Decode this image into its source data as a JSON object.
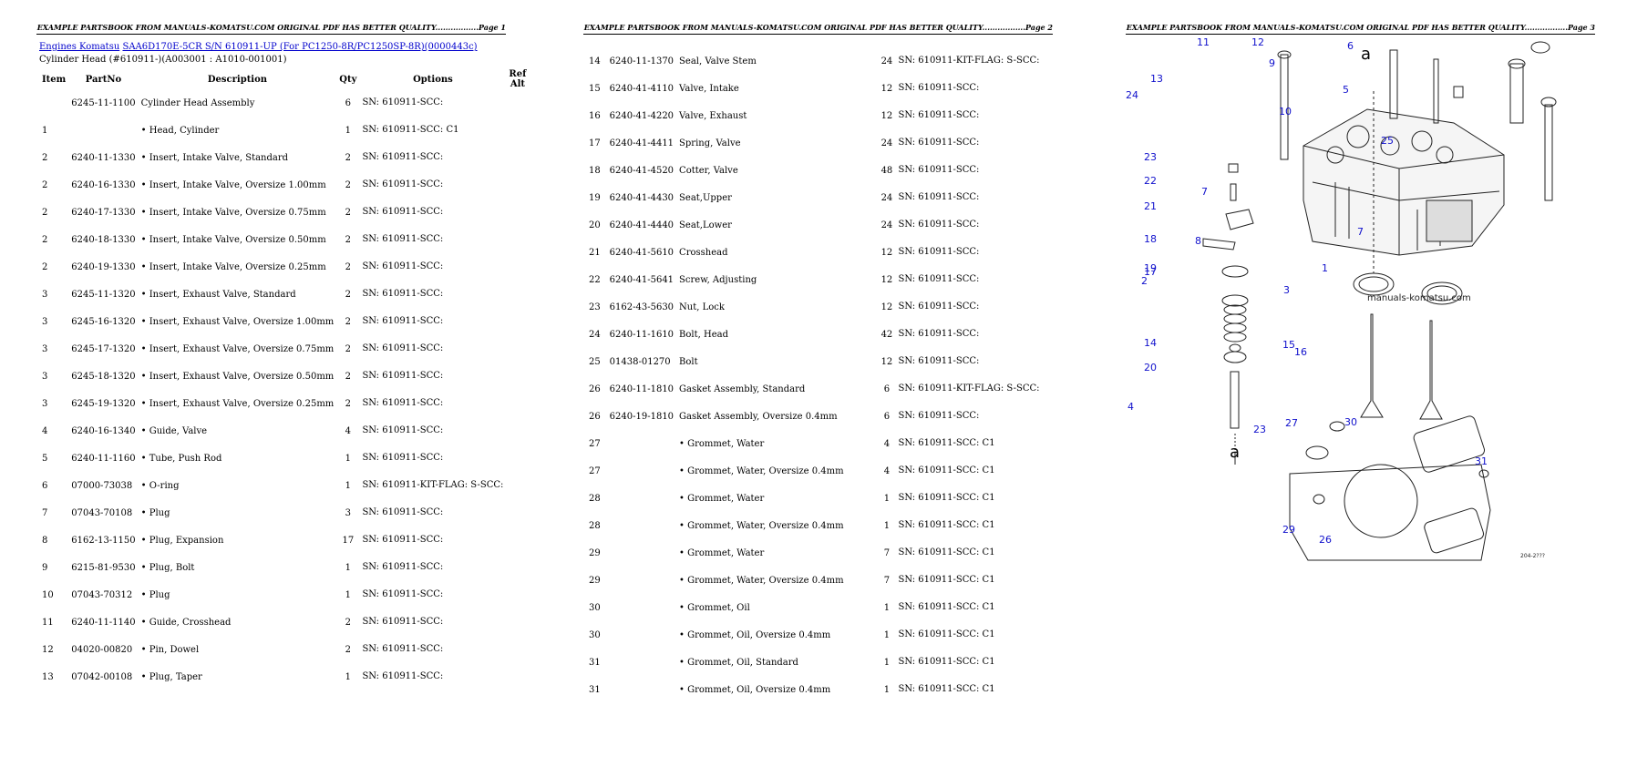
{
  "header_text_p1": "EXAMPLE PARTSBOOK FROM MANUALS-KOMATSU.COM ORIGINAL PDF HAS BETTER QUALITY.................Page 1",
  "header_text_p2": "EXAMPLE PARTSBOOK FROM MANUALS-KOMATSU.COM ORIGINAL PDF HAS BETTER QUALITY.................Page 2",
  "header_text_p3": "EXAMPLE PARTSBOOK FROM MANUALS-KOMATSU.COM ORIGINAL PDF HAS BETTER QUALITY.................Page 3",
  "breadcrumb": {
    "link1": "Engines Komatsu",
    "link2": "SAA6D170E-5CR S/N 610911-UP (For PC1250-8R/PC1250SP-8R)(0000443c)"
  },
  "subtitle": "Cylinder Head (#610911-)(A003001 : A1010-001001)",
  "columns": {
    "item": "Item",
    "partno": "PartNo",
    "description": "Description",
    "qty": "Qty",
    "options": "Options",
    "refalt": "Ref Alt"
  },
  "page1_rows": [
    {
      "item": "",
      "part": "6245-11-1100",
      "desc": "Cylinder Head Assembly",
      "qty": "6",
      "opt": "SN: 610911-SCC:"
    },
    {
      "item": "1",
      "part": "",
      "desc": "• Head, Cylinder",
      "qty": "1",
      "opt": "SN: 610911-SCC: C1"
    },
    {
      "item": "2",
      "part": "6240-11-1330",
      "desc": "• Insert, Intake Valve, Standard",
      "qty": "2",
      "opt": "SN: 610911-SCC:"
    },
    {
      "item": "2",
      "part": "6240-16-1330",
      "desc": "• Insert, Intake Valve, Oversize 1.00mm",
      "qty": "2",
      "opt": "SN: 610911-SCC:"
    },
    {
      "item": "2",
      "part": "6240-17-1330",
      "desc": "• Insert, Intake Valve, Oversize 0.75mm",
      "qty": "2",
      "opt": "SN: 610911-SCC:"
    },
    {
      "item": "2",
      "part": "6240-18-1330",
      "desc": "• Insert, Intake Valve, Oversize 0.50mm",
      "qty": "2",
      "opt": "SN: 610911-SCC:"
    },
    {
      "item": "2",
      "part": "6240-19-1330",
      "desc": "• Insert, Intake Valve, Oversize 0.25mm",
      "qty": "2",
      "opt": "SN: 610911-SCC:"
    },
    {
      "item": "3",
      "part": "6245-11-1320",
      "desc": "• Insert, Exhaust Valve, Standard",
      "qty": "2",
      "opt": "SN: 610911-SCC:"
    },
    {
      "item": "3",
      "part": "6245-16-1320",
      "desc": "• Insert, Exhaust Valve, Oversize 1.00mm",
      "qty": "2",
      "opt": "SN: 610911-SCC:"
    },
    {
      "item": "3",
      "part": "6245-17-1320",
      "desc": "• Insert, Exhaust Valve, Oversize 0.75mm",
      "qty": "2",
      "opt": "SN: 610911-SCC:"
    },
    {
      "item": "3",
      "part": "6245-18-1320",
      "desc": "• Insert, Exhaust Valve, Oversize 0.50mm",
      "qty": "2",
      "opt": "SN: 610911-SCC:"
    },
    {
      "item": "3",
      "part": "6245-19-1320",
      "desc": "• Insert, Exhaust Valve, Oversize 0.25mm",
      "qty": "2",
      "opt": "SN: 610911-SCC:"
    },
    {
      "item": "4",
      "part": "6240-16-1340",
      "desc": "• Guide, Valve",
      "qty": "4",
      "opt": "SN: 610911-SCC:"
    },
    {
      "item": "5",
      "part": "6240-11-1160",
      "desc": "• Tube, Push Rod",
      "qty": "1",
      "opt": "SN: 610911-SCC:"
    },
    {
      "item": "6",
      "part": "07000-73038",
      "desc": "• O-ring",
      "qty": "1",
      "opt": "SN: 610911-KIT-FLAG: S-SCC:"
    },
    {
      "item": "7",
      "part": "07043-70108",
      "desc": "• Plug",
      "qty": "3",
      "opt": "SN: 610911-SCC:"
    },
    {
      "item": "8",
      "part": "6162-13-1150",
      "desc": "• Plug, Expansion",
      "qty": "17",
      "opt": "SN: 610911-SCC:"
    },
    {
      "item": "9",
      "part": "6215-81-9530",
      "desc": "• Plug, Bolt",
      "qty": "1",
      "opt": "SN: 610911-SCC:"
    },
    {
      "item": "10",
      "part": "07043-70312",
      "desc": "• Plug",
      "qty": "1",
      "opt": "SN: 610911-SCC:"
    },
    {
      "item": "11",
      "part": "6240-11-1140",
      "desc": "• Guide, Crosshead",
      "qty": "2",
      "opt": "SN: 610911-SCC:"
    },
    {
      "item": "12",
      "part": "04020-00820",
      "desc": "• Pin, Dowel",
      "qty": "2",
      "opt": "SN: 610911-SCC:"
    },
    {
      "item": "13",
      "part": "07042-00108",
      "desc": "• Plug, Taper",
      "qty": "1",
      "opt": "SN: 610911-SCC:"
    }
  ],
  "page2_rows": [
    {
      "item": "14",
      "part": "6240-11-1370",
      "desc": "Seal, Valve Stem",
      "qty": "24",
      "opt": "SN: 610911-KIT-FLAG: S-SCC:"
    },
    {
      "item": "15",
      "part": "6240-41-4110",
      "desc": "Valve, Intake",
      "qty": "12",
      "opt": "SN: 610911-SCC:"
    },
    {
      "item": "16",
      "part": "6240-41-4220",
      "desc": "Valve, Exhaust",
      "qty": "12",
      "opt": "SN: 610911-SCC:"
    },
    {
      "item": "17",
      "part": "6240-41-4411",
      "desc": "Spring, Valve",
      "qty": "24",
      "opt": "SN: 610911-SCC:"
    },
    {
      "item": "18",
      "part": "6240-41-4520",
      "desc": "Cotter, Valve",
      "qty": "48",
      "opt": "SN: 610911-SCC:"
    },
    {
      "item": "19",
      "part": "6240-41-4430",
      "desc": "Seat,Upper",
      "qty": "24",
      "opt": "SN: 610911-SCC:"
    },
    {
      "item": "20",
      "part": "6240-41-4440",
      "desc": "Seat,Lower",
      "qty": "24",
      "opt": "SN: 610911-SCC:"
    },
    {
      "item": "21",
      "part": "6240-41-5610",
      "desc": "Crosshead",
      "qty": "12",
      "opt": "SN: 610911-SCC:"
    },
    {
      "item": "22",
      "part": "6240-41-5641",
      "desc": "Screw, Adjusting",
      "qty": "12",
      "opt": "SN: 610911-SCC:"
    },
    {
      "item": "23",
      "part": "6162-43-5630",
      "desc": "Nut, Lock",
      "qty": "12",
      "opt": "SN: 610911-SCC:"
    },
    {
      "item": "24",
      "part": "6240-11-1610",
      "desc": "Bolt, Head",
      "qty": "42",
      "opt": "SN: 610911-SCC:"
    },
    {
      "item": "25",
      "part": "01438-01270",
      "desc": "Bolt",
      "qty": "12",
      "opt": "SN: 610911-SCC:"
    },
    {
      "item": "26",
      "part": "6240-11-1810",
      "desc": "Gasket Assembly, Standard",
      "qty": "6",
      "opt": "SN: 610911-KIT-FLAG: S-SCC:"
    },
    {
      "item": "26",
      "part": "6240-19-1810",
      "desc": "Gasket Assembly, Oversize 0.4mm",
      "qty": "6",
      "opt": "SN: 610911-SCC:"
    },
    {
      "item": "27",
      "part": "",
      "desc": "• Grommet, Water",
      "qty": "4",
      "opt": "SN: 610911-SCC: C1"
    },
    {
      "item": "27",
      "part": "",
      "desc": "• Grommet, Water, Oversize 0.4mm",
      "qty": "4",
      "opt": "SN: 610911-SCC: C1"
    },
    {
      "item": "28",
      "part": "",
      "desc": "• Grommet, Water",
      "qty": "1",
      "opt": "SN: 610911-SCC: C1"
    },
    {
      "item": "28",
      "part": "",
      "desc": "• Grommet, Water, Oversize 0.4mm",
      "qty": "1",
      "opt": "SN: 610911-SCC: C1"
    },
    {
      "item": "29",
      "part": "",
      "desc": "• Grommet, Water",
      "qty": "7",
      "opt": "SN: 610911-SCC: C1"
    },
    {
      "item": "29",
      "part": "",
      "desc": "• Grommet, Water, Oversize 0.4mm",
      "qty": "7",
      "opt": "SN: 610911-SCC: C1"
    },
    {
      "item": "30",
      "part": "",
      "desc": "• Grommet, Oil",
      "qty": "1",
      "opt": "SN: 610911-SCC: C1"
    },
    {
      "item": "30",
      "part": "",
      "desc": "• Grommet, Oil, Oversize 0.4mm",
      "qty": "1",
      "opt": "SN: 610911-SCC: C1"
    },
    {
      "item": "31",
      "part": "",
      "desc": "• Grommet, Oil, Standard",
      "qty": "1",
      "opt": "SN: 610911-SCC: C1"
    },
    {
      "item": "31",
      "part": "",
      "desc": "• Grommet, Oil, Oversize 0.4mm",
      "qty": "1",
      "opt": "SN: 610911-SCC: C1"
    }
  ],
  "diagram": {
    "watermark": "manuals-komatsu.com",
    "drawing_code": "204-2???",
    "view_marker": "a",
    "callouts": [
      "1",
      "2",
      "3",
      "4",
      "5",
      "6",
      "7",
      "7",
      "8",
      "9",
      "10",
      "11",
      "12",
      "13",
      "14",
      "15",
      "16",
      "17",
      "18",
      "19",
      "20",
      "21",
      "22",
      "23",
      "23",
      "24",
      "25",
      "26",
      "27",
      "29",
      "30",
      "31"
    ]
  },
  "colors": {
    "link": "#0000cc",
    "callout": "#1010cc"
  }
}
